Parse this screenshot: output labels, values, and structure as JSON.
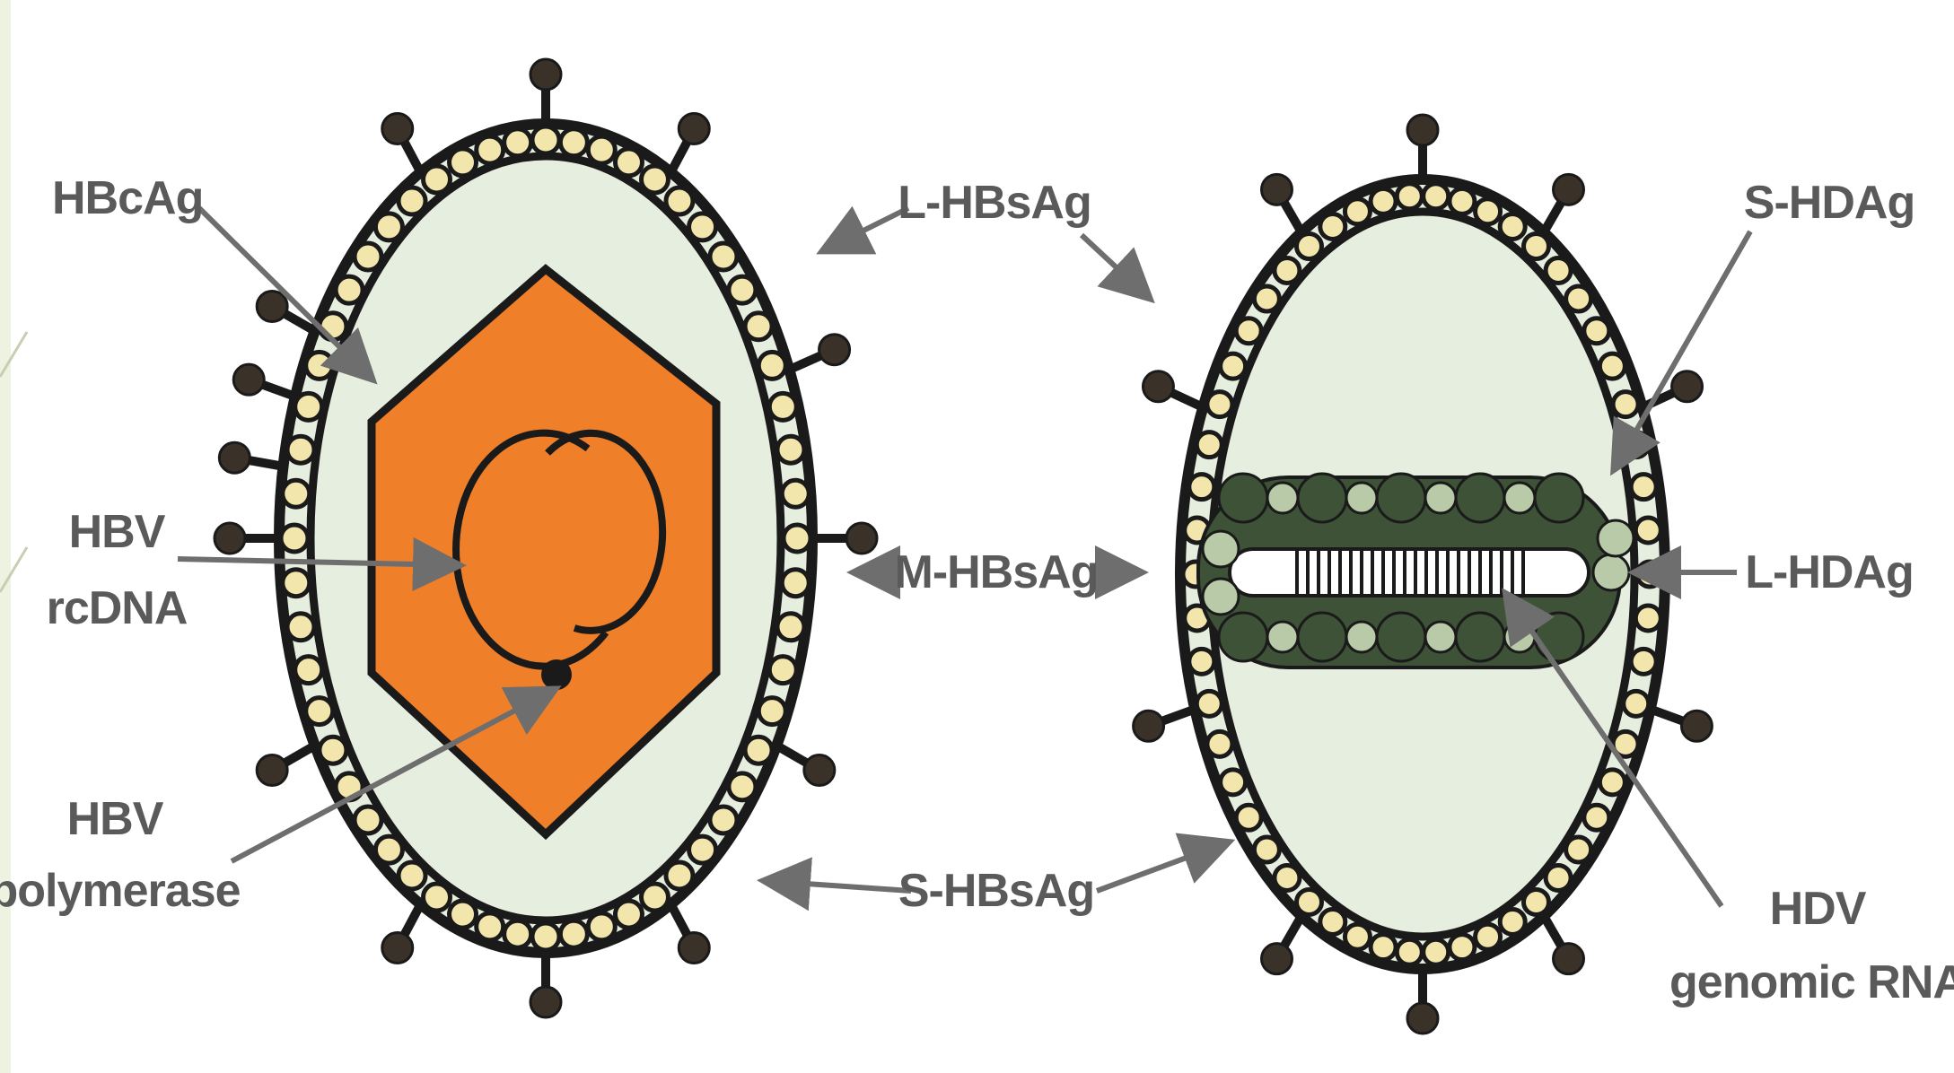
{
  "labels": {
    "hbcag": "HBcAg",
    "hbv_rcdna_1": "HBV",
    "hbv_rcdna_2": "rcDNA",
    "hbv_polymerase_1": "HBV",
    "hbv_polymerase_2": "polymerase",
    "l_hbsag": "L-HBsAg",
    "m_hbsag": "M-HBsAg",
    "s_hbsag": "S-HBsAg",
    "s_hdag": "S-HDAg",
    "l_hdag": "L-HDAg",
    "hdv_rna_1": "HDV",
    "hdv_rna_2": "genomic RNA"
  },
  "colors": {
    "envelope_fill": "#e6eedf",
    "bead_fill": "#f3e6ad",
    "capsid_fill": "#f07f2a",
    "protein_dark": "#3a3128",
    "rnp_dark": "#3e5238",
    "rnp_light": "#b9caa8",
    "arrow": "#6e6e6e"
  }
}
